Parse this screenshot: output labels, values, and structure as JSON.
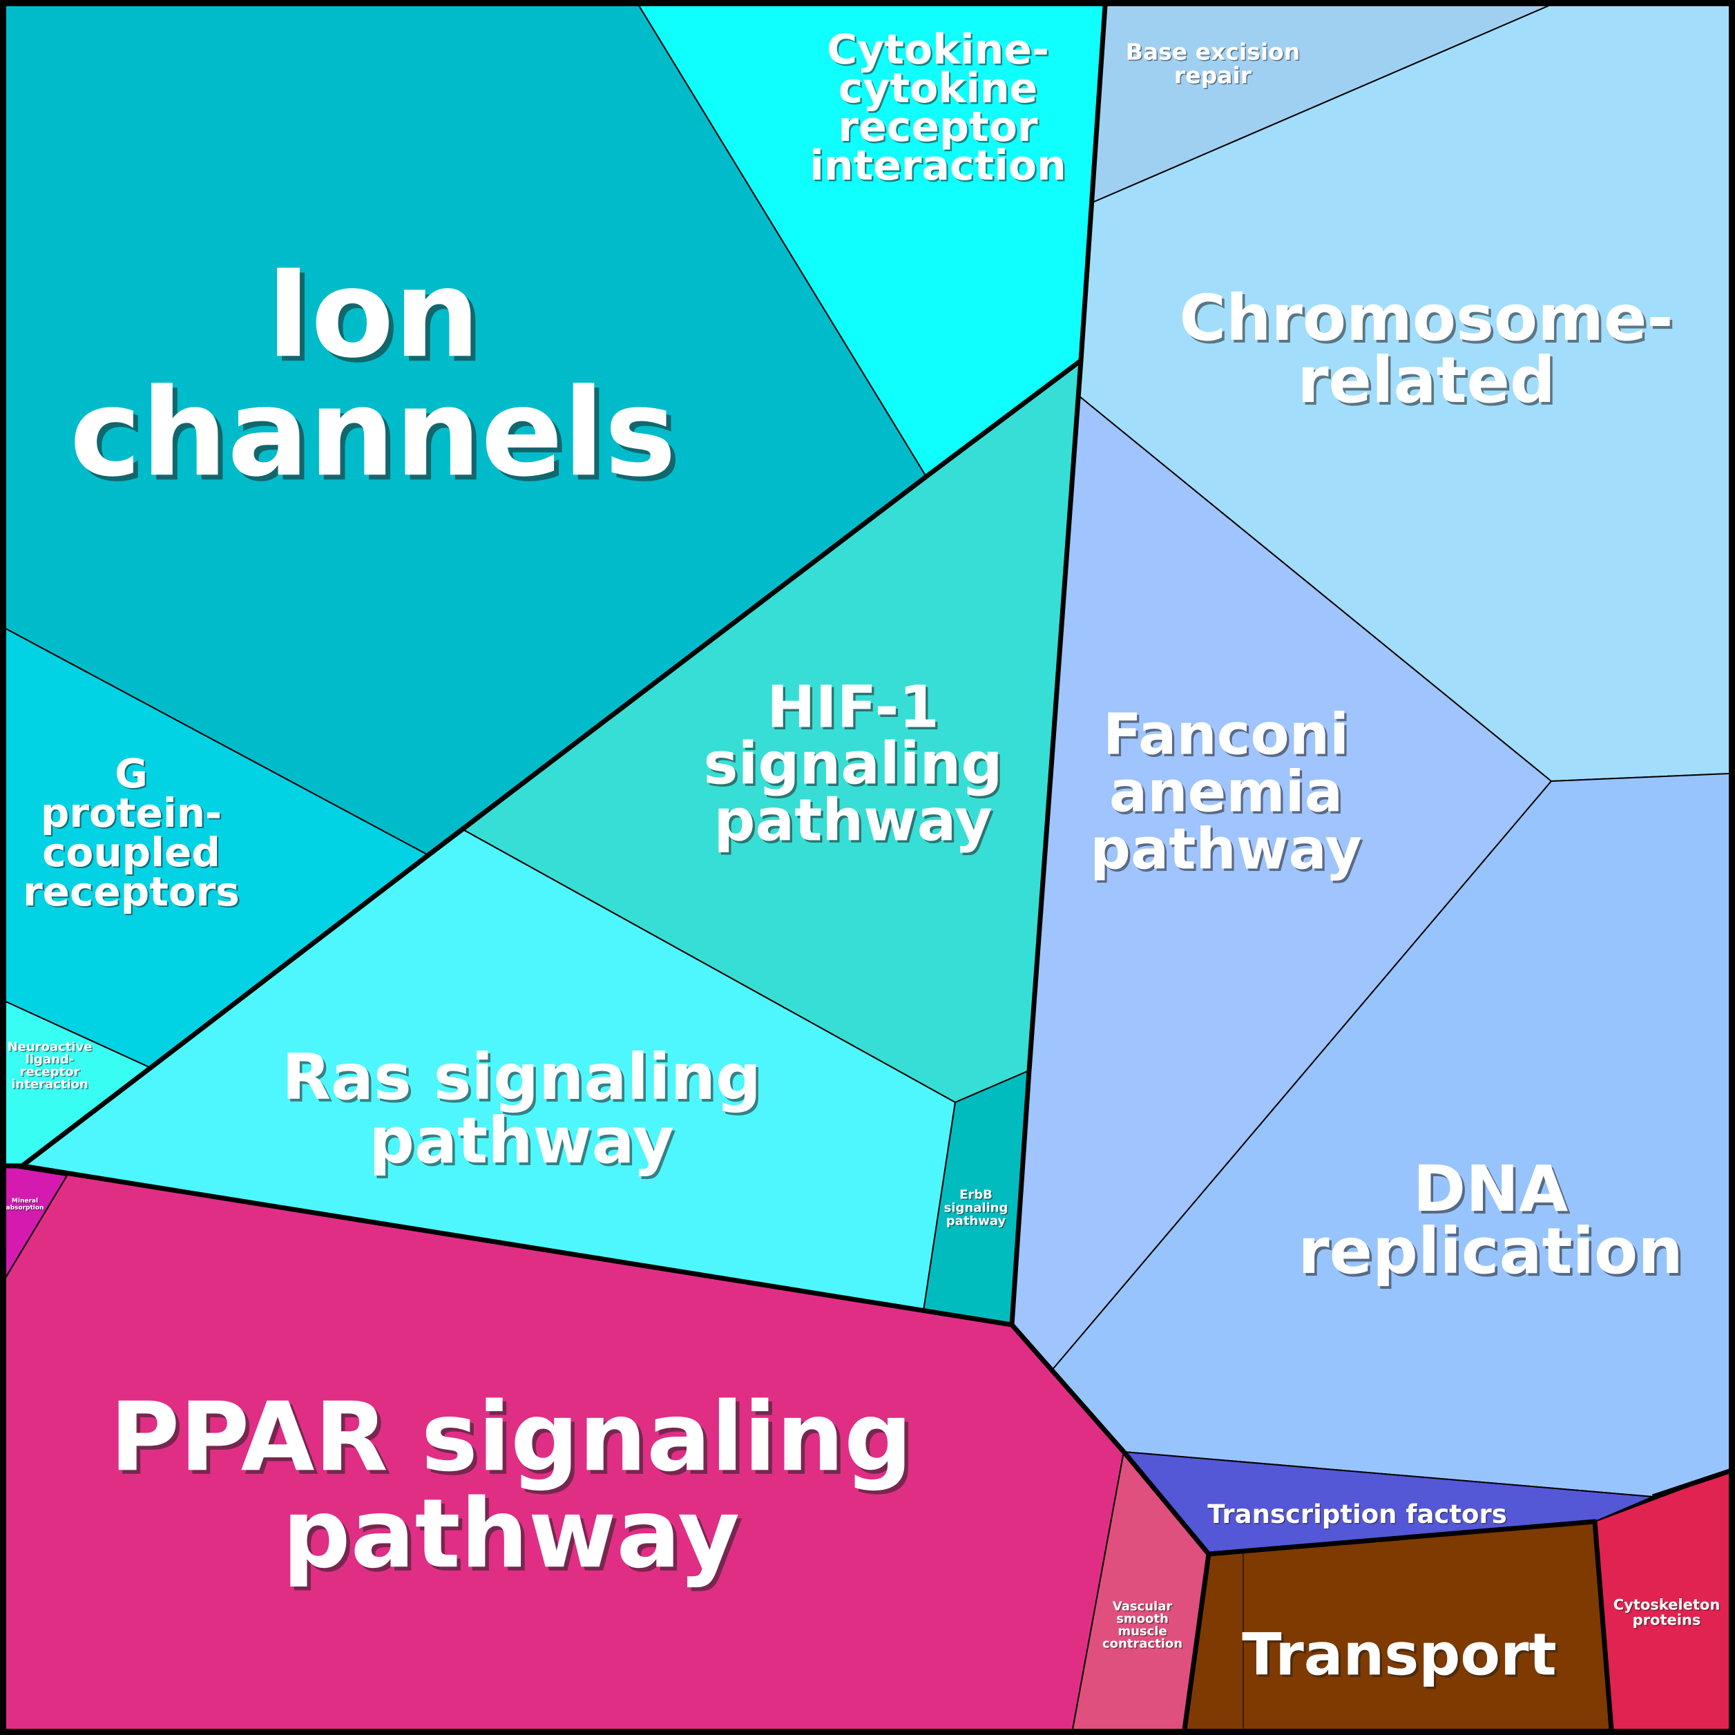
{
  "diagram_type": "voronoi treemap",
  "cells": [
    {
      "id": "ion-channels",
      "lines": [
        "Ion",
        "channels"
      ],
      "color": "#00BCCB"
    },
    {
      "id": "cytokine",
      "lines": [
        "Cytokine-",
        "cytokine",
        "receptor",
        "interaction"
      ],
      "color": "#0FFEFE"
    },
    {
      "id": "hif1",
      "lines": [
        "HIF-1",
        "signaling",
        "pathway"
      ],
      "color": "#37DED5"
    },
    {
      "id": "gpcr",
      "lines": [
        "G",
        "protein-",
        "coupled",
        "receptors"
      ],
      "color": "#01D3E5"
    },
    {
      "id": "ras",
      "lines": [
        "Ras signaling",
        "pathway"
      ],
      "color": "#4EF7FD"
    },
    {
      "id": "neuroactive",
      "lines": [
        "Neuroactive",
        "ligand-",
        "receptor",
        "interaction"
      ],
      "color": "#38FDF3"
    },
    {
      "id": "erbb",
      "lines": [
        "ErbB",
        "signaling",
        "pathway"
      ],
      "color": "#01BCBF"
    },
    {
      "id": "base-excision",
      "lines": [
        "Base excision",
        "repair"
      ],
      "color": "#A0D0F1"
    },
    {
      "id": "chromosome",
      "lines": [
        "Chromosome-",
        "related"
      ],
      "color": "#A2DDFC"
    },
    {
      "id": "fanconi",
      "lines": [
        "Fanconi",
        "anemia",
        "pathway"
      ],
      "color": "#9FC4FE"
    },
    {
      "id": "dna-replication",
      "lines": [
        "DNA",
        "replication"
      ],
      "color": "#98C4FE"
    },
    {
      "id": "ppar",
      "lines": [
        "PPAR signaling",
        "pathway"
      ],
      "color": "#E02E85"
    },
    {
      "id": "mineral",
      "lines": [
        "Mineral",
        "absorption"
      ],
      "color": "#D41AAF"
    },
    {
      "id": "vascular",
      "lines": [
        "Vascular",
        "smooth",
        "muscle",
        "contraction"
      ],
      "color": "#E0507E"
    },
    {
      "id": "transcription",
      "lines": [
        "Transcription factors"
      ],
      "color": "#5457D6"
    },
    {
      "id": "transport",
      "lines": [
        "Transport"
      ],
      "color": "#7E3A00"
    },
    {
      "id": "cytoskeleton",
      "lines": [
        "Cytoskeleton",
        "proteins"
      ],
      "color": "#E02350"
    }
  ]
}
